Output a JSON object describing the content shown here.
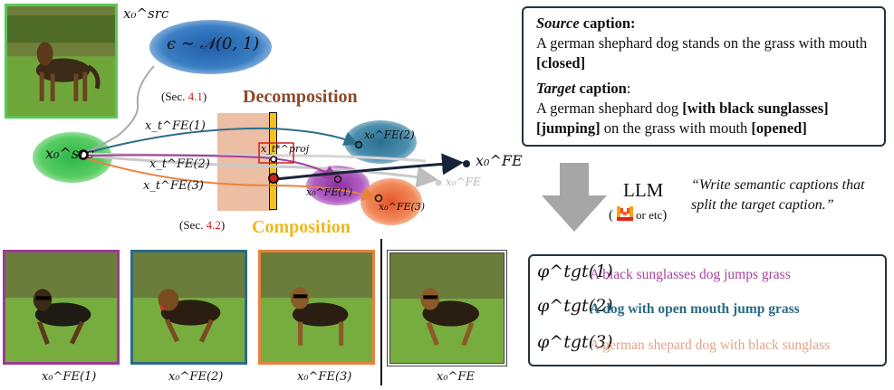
{
  "labels": {
    "x0_src": "x₀^src",
    "epsilon_dist": "ϵ ∼ 𝒩(0, 1)",
    "sec41_prefix": "(Sec. ",
    "sec41_num": "4.1",
    "sec41_suffix": ")",
    "decomposition": "Decomposition",
    "xt_fe1": "x_t^FE(1)",
    "xt_fe2": "x_t^FE(2)",
    "xt_fe3": "x_t^FE(3)",
    "x0_src_mid": "x₀^src",
    "xt_proj": "x_t*^proj",
    "x0_fe2_right": "x₀^FE(2)",
    "x0_fe_big": "x₀^FE",
    "x0_fe1_small": "x₀^FE(1)",
    "x0_fe_ghost": "x₀^FE",
    "x0_fe3_small": "x₀^FE(3)",
    "sec42_prefix": "(Sec. ",
    "sec42_num": "4.2",
    "sec42_suffix": ")",
    "composition": "Composition"
  },
  "thumbnails": [
    {
      "label": "x₀^FE(1)",
      "border": "#9b3a96"
    },
    {
      "label": "x₀^FE(2)",
      "border": "#2c6a84"
    },
    {
      "label": "x₀^FE(3)",
      "border": "#e8823f"
    },
    {
      "label": "x₀^FE",
      "border": "#444444"
    }
  ],
  "source_caption": {
    "label_word": "Source",
    "label_rest": " caption:",
    "text_plain": "A german shephard dog stands on the grass with mouth ",
    "text_bold": "[closed]"
  },
  "target_caption": {
    "label_word": "Target",
    "label_rest": " caption",
    "colon": ":",
    "text_1": "A german shephard dog ",
    "bold_1": "[with black sunglasses]",
    "text_2": " ",
    "bold_2": "[jumping]",
    "text_3": " on the grass with mouth ",
    "bold_3": "[opened]"
  },
  "llm": {
    "title": "LLM",
    "paren_open": "(",
    "or_etc": " or etc",
    "paren_close": ")",
    "instruction": "“Write semantic captions that split the target caption.”"
  },
  "prompts": [
    {
      "symbol": "φ^tgt(1)",
      "text": "A black sunglasses dog jumps grass",
      "color": "#a8449e"
    },
    {
      "symbol": "φ^tgt(2)",
      "text": "A dog with open mouth jump grass",
      "color": "#2a6a86"
    },
    {
      "symbol": "φ^tgt(3)",
      "text": "A german shepard dog with black sunglass",
      "color": "#e0a48a"
    }
  ],
  "colors": {
    "green": "#5ac85a",
    "blue": "#2f6d8c",
    "purple": "#a23e9d",
    "orange": "#e8823f",
    "navy": "#17233a",
    "gray_arrow": "#a9a9a9",
    "decomp_brown": "#8b4a2b",
    "comp_gold": "#f0b818",
    "sec_red": "#d21e1e"
  }
}
